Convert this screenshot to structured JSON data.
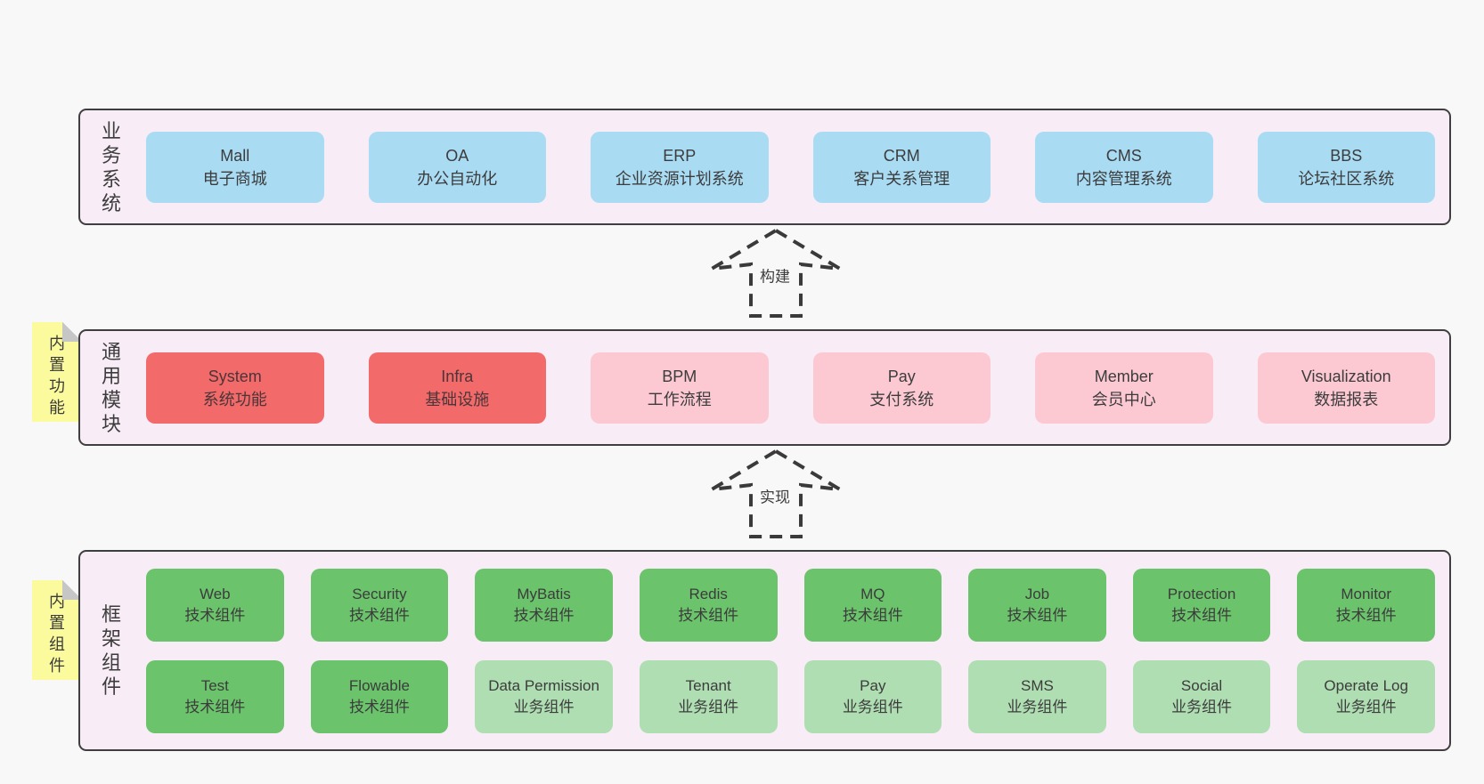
{
  "page": {
    "background": "#f8f8f8"
  },
  "colors": {
    "band_background": "#f8edf6",
    "band_border": "#3f3f3f",
    "blue_box": "#a9dbf3",
    "red_box": "#f26a6a",
    "pink_box": "#fcc9d3",
    "green_box": "#6bc36c",
    "light_green_box": "#afdeb2",
    "sticky_tab_yellow": "#fbfa9c",
    "fold_gray": "#c6c6c6",
    "arrow_dash": "#3a3a3a",
    "text": "#3c3c3c"
  },
  "bands": [
    {
      "label": "业务系统",
      "boxes": [
        {
          "name": "Mall",
          "desc": "电子商城",
          "color": "blue"
        },
        {
          "name": "OA",
          "desc": "办公自动化",
          "color": "blue"
        },
        {
          "name": "ERP",
          "desc": "企业资源计划系统",
          "color": "blue"
        },
        {
          "name": "CRM",
          "desc": "客户关系管理",
          "color": "blue"
        },
        {
          "name": "CMS",
          "desc": "内容管理系统",
          "color": "blue"
        },
        {
          "name": "BBS",
          "desc": "论坛社区系统",
          "color": "blue"
        }
      ]
    },
    {
      "label": "通用模块",
      "tab": "内置功能",
      "boxes": [
        {
          "name": "System",
          "desc": "系统功能",
          "color": "red"
        },
        {
          "name": "Infra",
          "desc": "基础设施",
          "color": "red"
        },
        {
          "name": "BPM",
          "desc": "工作流程",
          "color": "pink"
        },
        {
          "name": "Pay",
          "desc": "支付系统",
          "color": "pink"
        },
        {
          "name": "Member",
          "desc": "会员中心",
          "color": "pink"
        },
        {
          "name": "Visualization",
          "desc": "数据报表",
          "color": "pink"
        }
      ]
    },
    {
      "label": "框架组件",
      "tab": "内置组件",
      "rows": [
        [
          {
            "name": "Web",
            "desc": "技术组件",
            "color": "green"
          },
          {
            "name": "Security",
            "desc": "技术组件",
            "color": "green"
          },
          {
            "name": "MyBatis",
            "desc": "技术组件",
            "color": "green"
          },
          {
            "name": "Redis",
            "desc": "技术组件",
            "color": "green"
          },
          {
            "name": "MQ",
            "desc": "技术组件",
            "color": "green"
          },
          {
            "name": "Job",
            "desc": "技术组件",
            "color": "green"
          },
          {
            "name": "Protection",
            "desc": "技术组件",
            "color": "green"
          },
          {
            "name": "Monitor",
            "desc": "技术组件",
            "color": "green"
          }
        ],
        [
          {
            "name": "Test",
            "desc": "技术组件",
            "color": "green"
          },
          {
            "name": "Flowable",
            "desc": "技术组件",
            "color": "green"
          },
          {
            "name": "Data Permission",
            "desc": "业务组件",
            "color": "green-light"
          },
          {
            "name": "Tenant",
            "desc": "业务组件",
            "color": "green-light"
          },
          {
            "name": "Pay",
            "desc": "业务组件",
            "color": "green-light"
          },
          {
            "name": "SMS",
            "desc": "业务组件",
            "color": "green-light"
          },
          {
            "name": "Social",
            "desc": "业务组件",
            "color": "green-light"
          },
          {
            "name": "Operate Log",
            "desc": "业务组件",
            "color": "green-light"
          }
        ]
      ]
    }
  ],
  "arrows": [
    {
      "label": "构建"
    },
    {
      "label": "实现"
    }
  ]
}
